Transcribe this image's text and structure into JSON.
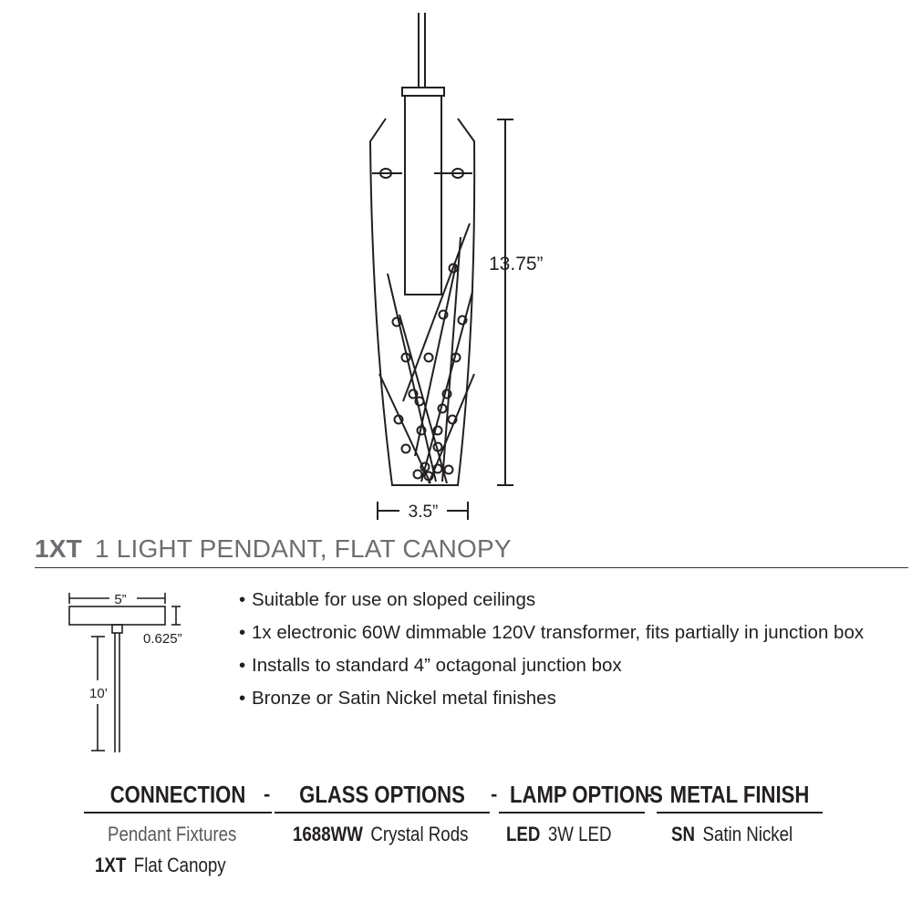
{
  "drawing": {
    "height_label": "13.75”",
    "width_label": "3.5”"
  },
  "product": {
    "code": "1XT",
    "name": "1 LIGHT PENDANT, FLAT CANOPY"
  },
  "canopy": {
    "width_label": "5”",
    "thickness_label": "0.625”",
    "cord_label": "10’"
  },
  "features": [
    "Suitable for use on sloped ceilings",
    "1x electronic 60W dimmable 120V transformer, fits partially in junction box",
    "Installs to standard 4” octagonal junction box",
    "Bronze or Satin Nickel metal finishes"
  ],
  "ordering": {
    "separator": "-",
    "connection": {
      "header": "CONNECTION",
      "subheader": "Pendant Fixtures",
      "code": "1XT",
      "desc": "Flat Canopy"
    },
    "glass": {
      "header": "GLASS OPTIONS",
      "code": "1688WW",
      "desc": "Crystal Rods"
    },
    "lamp": {
      "header": "LAMP OPTIONS",
      "code": "LED",
      "desc": "3W LED"
    },
    "finish": {
      "header": "METAL FINISH",
      "code": "SN",
      "desc": "Satin Nickel"
    }
  }
}
